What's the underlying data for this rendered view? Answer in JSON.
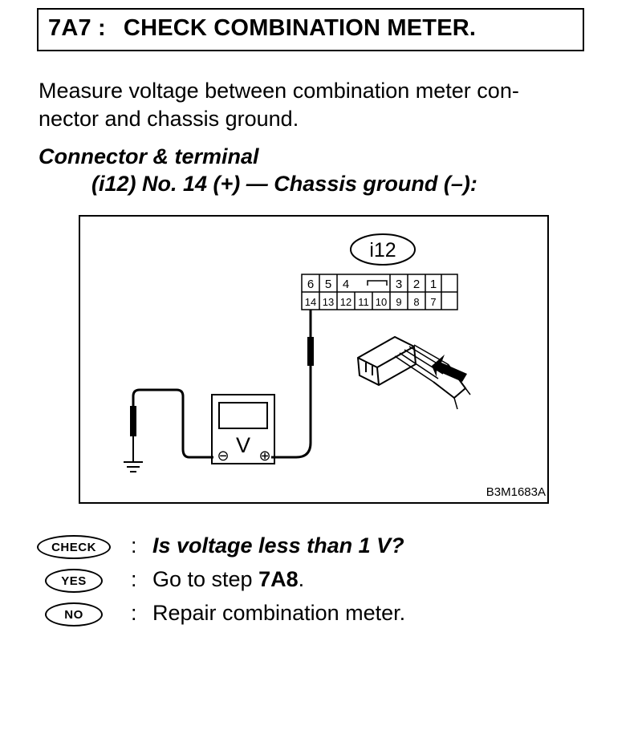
{
  "step": {
    "id": "7A7 :",
    "title": "CHECK COMBINATION METER."
  },
  "intro": {
    "line1": "Measure voltage between combination meter con-",
    "line2": "nector and chassis ground."
  },
  "connector_terminal": {
    "heading": "Connector & terminal",
    "detail": "(i12) No. 14 (+) — Chassis ground (–):"
  },
  "figure": {
    "connector_id": "i12",
    "top_row": [
      "6",
      "5",
      "4",
      "3",
      "2",
      "1"
    ],
    "bottom_row": [
      "14",
      "13",
      "12",
      "11",
      "10",
      "9",
      "8",
      "7"
    ],
    "meter_label": "V",
    "minus_symbol": "⊖",
    "plus_symbol": "⊕",
    "code": "B3M1683A"
  },
  "results": {
    "check": {
      "badge": "CHECK",
      "colon": ":",
      "text": "Is voltage less than 1 V?"
    },
    "yes": {
      "badge": "YES",
      "colon": ":",
      "text_prefix": "Go to step ",
      "text_step": "7A8",
      "text_suffix": "."
    },
    "no": {
      "badge": "NO",
      "colon": ":",
      "text": "Repair combination meter."
    }
  }
}
